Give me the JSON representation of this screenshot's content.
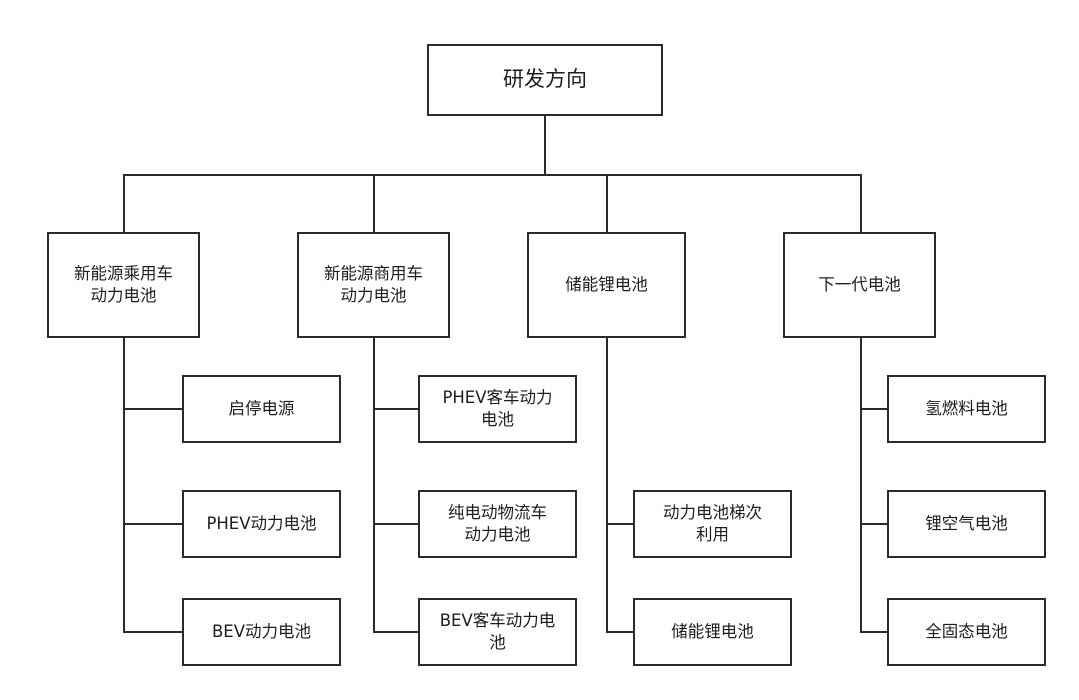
{
  "diagram": {
    "type": "organizational-tree",
    "title_node": {
      "label": "研发方向"
    },
    "branches": [
      {
        "id": "branch-1",
        "label": "新能源乘用车\n动力电池",
        "children": [
          {
            "label": "启停电源"
          },
          {
            "label": "PHEV动力电池"
          },
          {
            "label": "BEV动力电池"
          }
        ]
      },
      {
        "id": "branch-2",
        "label": "新能源商用车\n动力电池",
        "children": [
          {
            "label": "PHEV客车动力\n电池"
          },
          {
            "label": "纯电动物流车\n动力电池"
          },
          {
            "label": "BEV客车动力电\n池"
          }
        ]
      },
      {
        "id": "branch-3",
        "label": "储能锂电池",
        "children": [
          {
            "label": "动力电池梯次\n利用"
          },
          {
            "label": "储能锂电池"
          }
        ]
      },
      {
        "id": "branch-4",
        "label": "下一代电池",
        "children": [
          {
            "label": "氢燃料电池"
          },
          {
            "label": "锂空气电池"
          },
          {
            "label": "全固态电池"
          }
        ]
      }
    ],
    "colors": {
      "line": "#2b2b2b",
      "box_fill": "#ffffff",
      "text": "#1d1d1d"
    }
  }
}
